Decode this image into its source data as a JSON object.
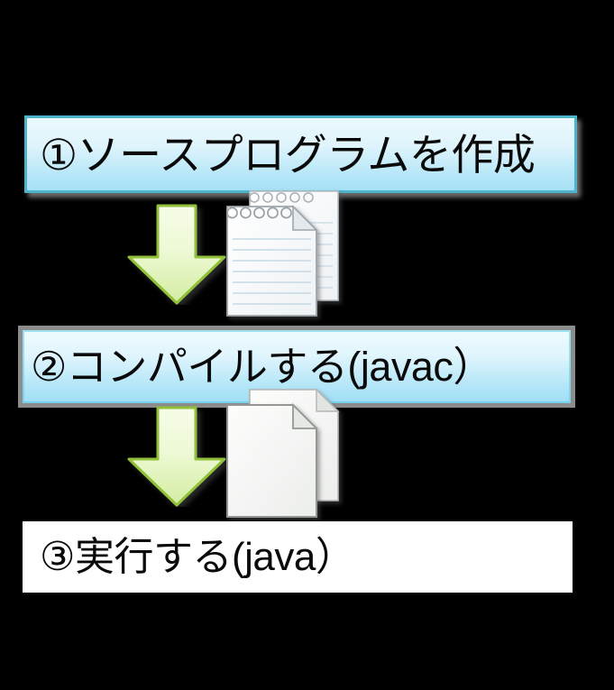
{
  "diagram": {
    "title": "Java program development flow",
    "background_color": "#000000",
    "steps": [
      {
        "id": "step-1",
        "label": "①ソースプログラムを作成",
        "number": "①",
        "box_style": "blue-gradient-teal-border",
        "fill_top": "#eaf9fd",
        "fill_bottom": "#a6e1f6",
        "border_color": "#4fb3cc"
      },
      {
        "id": "step-2",
        "label": "②コンパイルする(javac）",
        "number": "②",
        "box_style": "blue-gradient-grey-frame",
        "fill_top": "#eefbfe",
        "fill_bottom": "#9fdef6",
        "border_color": "#8c8c8c"
      },
      {
        "id": "step-3",
        "label": "③実行する(java）",
        "number": "③",
        "box_style": "plain-white",
        "fill_top": "#ffffff",
        "fill_bottom": "#ffffff",
        "border_color": "none"
      }
    ],
    "arrows": [
      {
        "id": "arrow-1",
        "direction": "down",
        "fill_top": "#f2fade",
        "fill_bottom": "#d9f0a8",
        "stroke": "#94c13c",
        "from": "step-1",
        "to": "step-2"
      },
      {
        "id": "arrow-2",
        "direction": "down",
        "fill_top": "#f2fade",
        "fill_bottom": "#d9f0a8",
        "stroke": "#94c13c",
        "from": "step-2",
        "to": "step-3"
      }
    ],
    "icons": [
      {
        "id": "notepad-icon",
        "name": "source-file-notepad-icon",
        "description": "two stacked ruled notepad sheets with spiral binding",
        "sheet_count": 2,
        "ruled": true,
        "paper_color": "#fbfcfd",
        "line_color": "#c9dbe6"
      },
      {
        "id": "classfile-icon",
        "name": "class-file-document-icon",
        "description": "two stacked blank documents with folded corner",
        "sheet_count": 2,
        "ruled": false,
        "paper_color": "#f3f4f3",
        "line_color": "#9a9a9a"
      }
    ]
  }
}
